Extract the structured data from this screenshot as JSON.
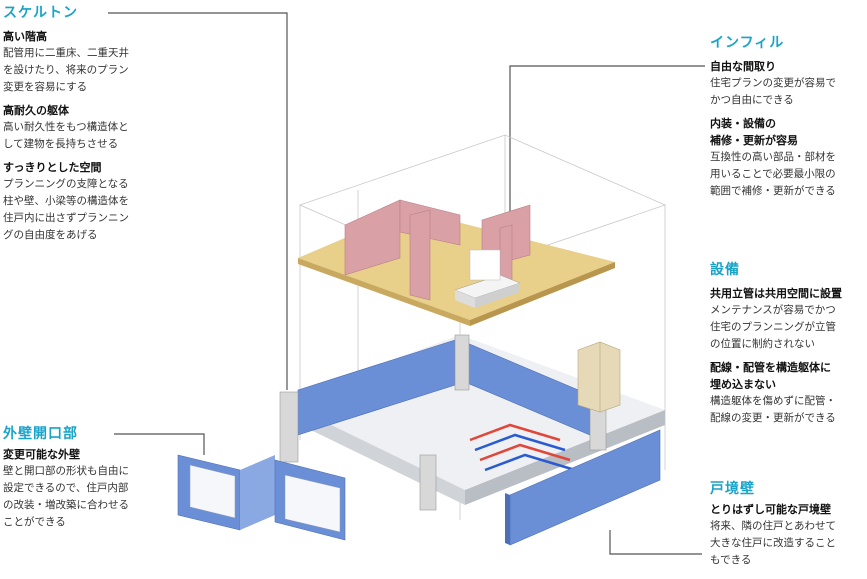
{
  "sections": {
    "skeleton": {
      "title": "スケルトン",
      "items": [
        {
          "sub": "高い階高",
          "lines": [
            "配管用に二重床、二重天井",
            "を設けたり、将来のプラン",
            "変更を容易にする"
          ]
        },
        {
          "sub": "高耐久の躯体",
          "lines": [
            "高い耐久性をもつ構造体と",
            "して建物を長持ちさせる"
          ]
        },
        {
          "sub": "すっきりとした空間",
          "lines": [
            "プランニングの支障となる",
            "柱や壁、小梁等の構造体を",
            "住戸内に出さずプランニン",
            "グの自由度をあげる"
          ]
        }
      ]
    },
    "exterior": {
      "title": "外壁開口部",
      "items": [
        {
          "sub": "変更可能な外壁",
          "lines": [
            "壁と開口部の形状も自由に",
            "設定できるので、住戸内部",
            "の改装・増改築に合わせる",
            "ことができる"
          ]
        }
      ]
    },
    "infill": {
      "title": "インフィル",
      "items": [
        {
          "sub": "自由な間取り",
          "lines": [
            "住宅プランの変更が容易で",
            "かつ自由にできる"
          ]
        },
        {
          "sub": "内装・設備の",
          "sub2": "補修・更新が容易",
          "lines": [
            "互換性の高い部品・部材を",
            "用いることで必要最小限の",
            "範囲で補修・更新ができる"
          ]
        }
      ]
    },
    "equipment": {
      "title": "設備",
      "items": [
        {
          "sub": "共用立管は共用空間に設置",
          "lines": [
            "メンテナンスが容易でかつ",
            "住宅のプランニングが立管",
            "の位置に制約されない"
          ]
        },
        {
          "sub": "配線・配管を構造躯体に",
          "sub2": "埋め込まない",
          "lines": [
            "構造躯体を傷めずに配管・",
            "配線の変更・更新ができる"
          ]
        }
      ]
    },
    "partition": {
      "title": "戸境壁",
      "items": [
        {
          "sub": "とりはずし可能な戸境壁",
          "lines": [
            "将来、隣の住戸とあわせて",
            "大きな住戸に改造すること",
            "もできる"
          ]
        }
      ]
    }
  },
  "colors": {
    "accent": "#1aa3c9",
    "wall_blue": "#6b8fd6",
    "floor_yellow": "#e8cf8a",
    "interior_pink": "#d9a0a6",
    "pipe_red": "#e0473a",
    "pipe_blue": "#2a5bd0"
  }
}
